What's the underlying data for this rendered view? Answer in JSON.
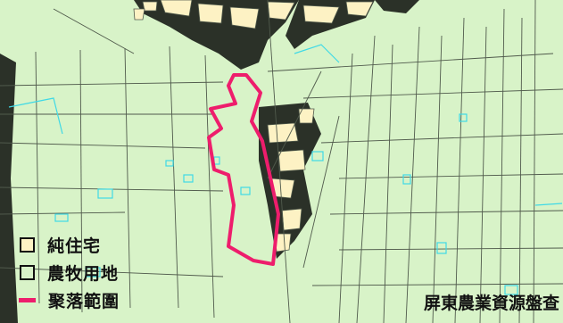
{
  "map": {
    "colors": {
      "agricultural_land": "#d8f3c8",
      "residential": "#fdf2c4",
      "imagery_dark": "#2b3128",
      "parcel_line": "#505a4c",
      "cadastre_outline": "#3fd9e6",
      "settlement_boundary": "#ee1d6c"
    }
  },
  "legend": {
    "items": [
      {
        "label": "純住宅",
        "color": "#fdf2c4",
        "kind": "box"
      },
      {
        "label": "農牧用地",
        "color": "#d8f3c8",
        "kind": "box"
      },
      {
        "label": "聚落範圍",
        "color": "#ee1d6c",
        "kind": "line"
      }
    ]
  },
  "watermark": {
    "text": "屏東農業資源盤查"
  }
}
